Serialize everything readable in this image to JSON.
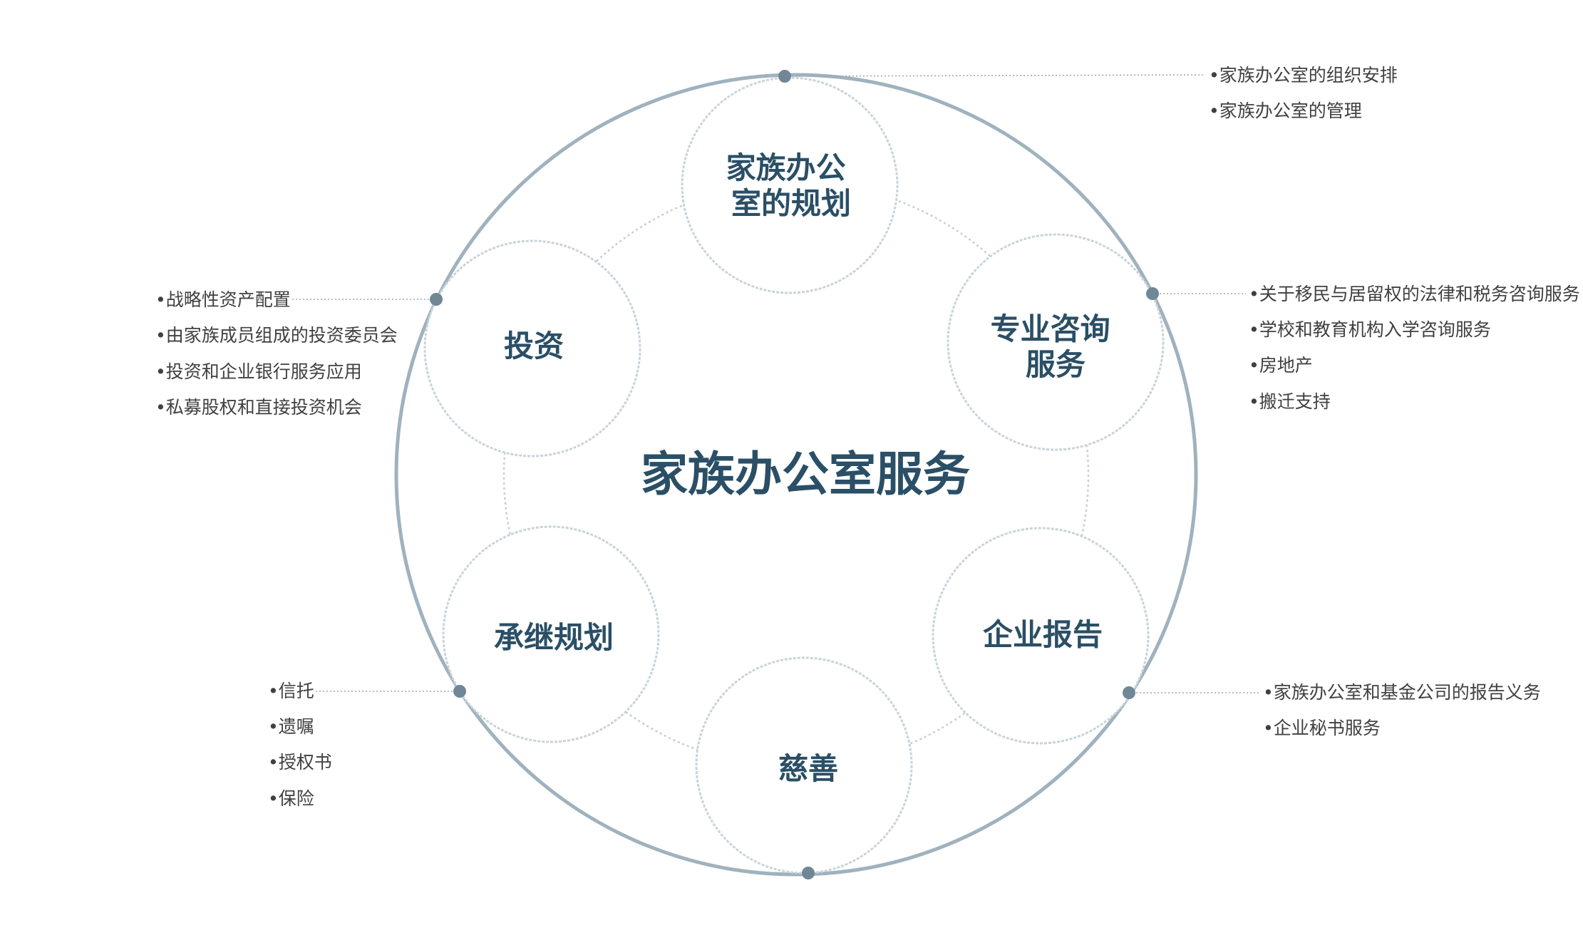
{
  "center_title": "家族办公室服务",
  "colors": {
    "title": "#2a4f66",
    "ring": "#9fb2bd",
    "dot": "#708795",
    "text": "#404040"
  },
  "nodes": [
    {
      "id": "planning",
      "lines": [
        "家族办公",
        "室的规划"
      ]
    },
    {
      "id": "advisory",
      "lines": [
        "专业咨询",
        "服务"
      ]
    },
    {
      "id": "reporting",
      "lines": [
        "企业报告"
      ]
    },
    {
      "id": "charity",
      "lines": [
        "慈善"
      ]
    },
    {
      "id": "succession",
      "lines": [
        "承继规划"
      ]
    },
    {
      "id": "investment",
      "lines": [
        "投资"
      ]
    }
  ],
  "notes": {
    "planning": [
      "•家族办公室的组织安排",
      "•家族办公室的管理"
    ],
    "advisory": [
      "•关于移民与居留权的法律和税务咨询服务",
      "•学校和教育机构入学咨询服务",
      "•房地产",
      "•搬迁支持"
    ],
    "reporting": [
      "•家族办公室和基金公司的报告义务",
      "•企业秘书服务"
    ],
    "succession": [
      "•信托",
      "•遗嘱",
      "•授权书",
      "•保险"
    ],
    "investment": [
      "•战略性资产配置",
      "•由家族成员组成的投资委员会",
      "•投资和企业银行服务应用",
      "•私募股权和直接投资机会"
    ]
  }
}
